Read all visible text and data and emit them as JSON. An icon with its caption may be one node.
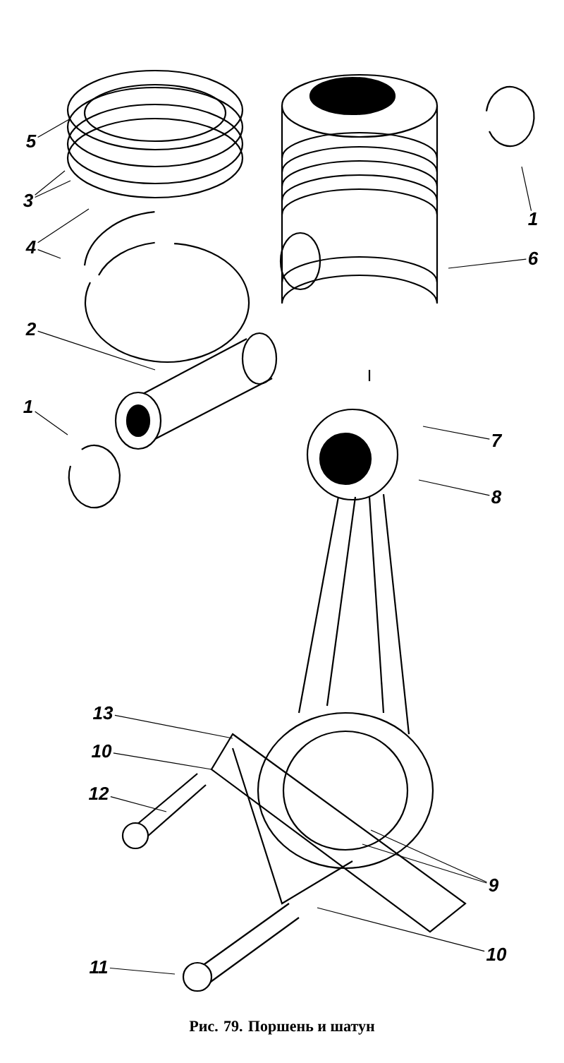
{
  "diagram": {
    "caption": "Рис. 79. Поршень и шатун",
    "nodes": [
      {
        "text": [
          "5"
        ]
      },
      {
        "text": [
          "1"
        ]
      },
      {
        "text": [
          "3"
        ]
      },
      {
        "text": [
          "4"
        ]
      },
      {
        "text": [
          "6"
        ]
      },
      {
        "text": [
          "2"
        ]
      },
      {
        "text": [
          "1"
        ]
      },
      {
        "text": [
          "7"
        ]
      },
      {
        "text": [
          "8"
        ]
      },
      {
        "text": [
          "13"
        ]
      },
      {
        "text": [
          "10"
        ]
      },
      {
        "text": [
          "12"
        ]
      },
      {
        "text": [
          "9"
        ]
      },
      {
        "text": [
          "10"
        ]
      },
      {
        "text": [
          "11"
        ]
      }
    ],
    "edges": [
      {
        "from": 0,
        "to": null,
        "arrow": "none"
      },
      {
        "from": 1,
        "to": null,
        "arrow": "none"
      },
      {
        "from": 2,
        "to": null,
        "arrow": "none"
      },
      {
        "from": 2,
        "to": null,
        "arrow": "none"
      },
      {
        "from": 3,
        "to": null,
        "arrow": "none"
      },
      {
        "from": 3,
        "to": null,
        "arrow": "none"
      },
      {
        "from": 4,
        "to": null,
        "arrow": "none"
      },
      {
        "from": 5,
        "to": null,
        "arrow": "none"
      },
      {
        "from": 6,
        "to": null,
        "arrow": "none"
      },
      {
        "from": 7,
        "to": null,
        "arrow": "none"
      },
      {
        "from": 8,
        "to": null,
        "arrow": "none"
      },
      {
        "from": 9,
        "to": null,
        "arrow": "none"
      },
      {
        "from": 10,
        "to": null,
        "arrow": "none"
      },
      {
        "from": 11,
        "to": null,
        "arrow": "none"
      },
      {
        "from": 12,
        "to": null,
        "arrow": "none"
      },
      {
        "from": 12,
        "to": null,
        "arrow": "none"
      },
      {
        "from": 13,
        "to": null,
        "arrow": "none"
      },
      {
        "from": 14,
        "to": null,
        "arrow": "none"
      }
    ]
  }
}
